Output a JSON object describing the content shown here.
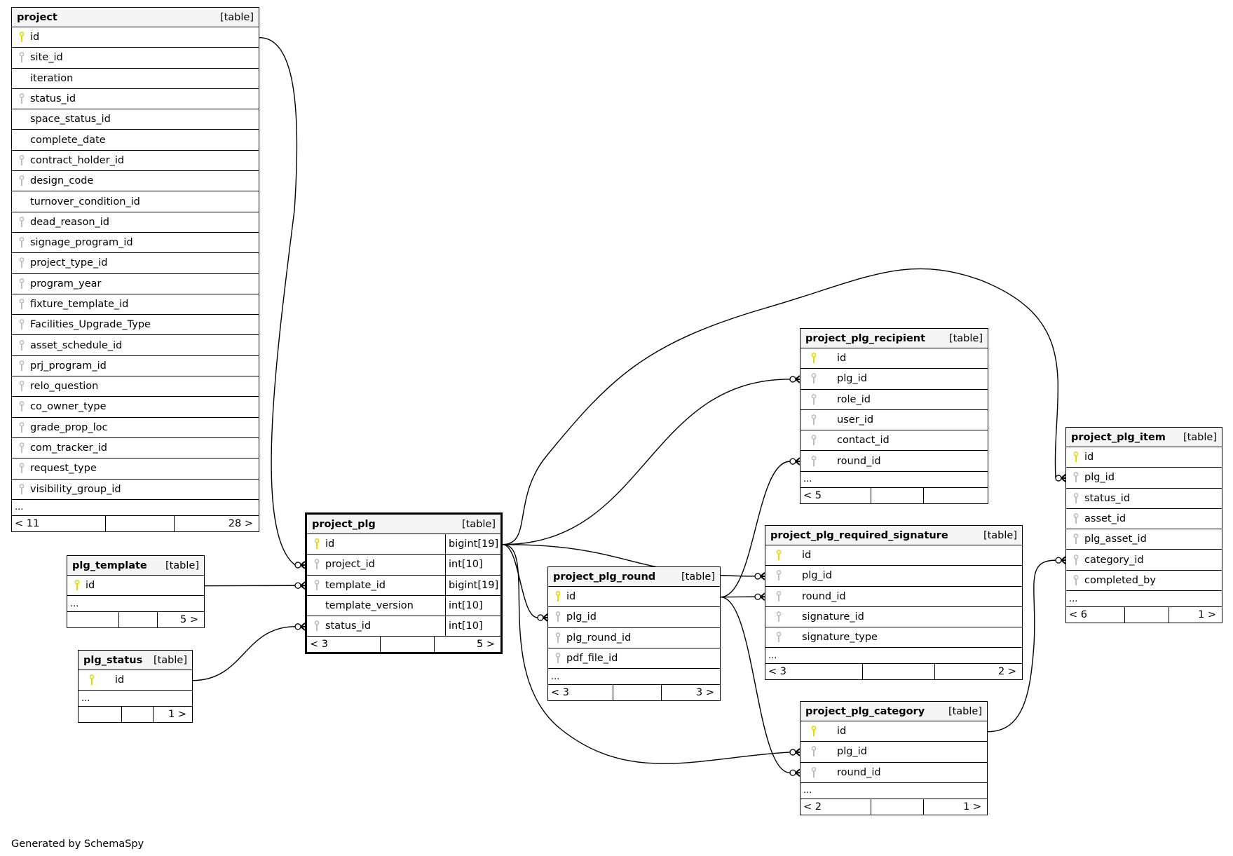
{
  "footer": {
    "generated_by": "Generated by SchemaSpy"
  },
  "colors": {
    "primary_key": "#e6d800",
    "foreign_key": "#bdbdbd",
    "header_bg": "#f4f4f4",
    "line": "#000000"
  },
  "tables": {
    "project": {
      "name": "project",
      "kind": "[table]",
      "columns": [
        {
          "name": "id",
          "key": "primary"
        },
        {
          "name": "site_id",
          "key": "foreign"
        },
        {
          "name": "iteration",
          "key": "none"
        },
        {
          "name": "status_id",
          "key": "foreign"
        },
        {
          "name": "space_status_id",
          "key": "none"
        },
        {
          "name": "complete_date",
          "key": "none"
        },
        {
          "name": "contract_holder_id",
          "key": "foreign"
        },
        {
          "name": "design_code",
          "key": "foreign"
        },
        {
          "name": "turnover_condition_id",
          "key": "none"
        },
        {
          "name": "dead_reason_id",
          "key": "foreign"
        },
        {
          "name": "signage_program_id",
          "key": "foreign"
        },
        {
          "name": "project_type_id",
          "key": "foreign"
        },
        {
          "name": "program_year",
          "key": "foreign"
        },
        {
          "name": "fixture_template_id",
          "key": "foreign"
        },
        {
          "name": "Facilities_Upgrade_Type",
          "key": "foreign"
        },
        {
          "name": "asset_schedule_id",
          "key": "foreign"
        },
        {
          "name": "prj_program_id",
          "key": "foreign"
        },
        {
          "name": "relo_question",
          "key": "foreign"
        },
        {
          "name": "co_owner_type",
          "key": "foreign"
        },
        {
          "name": "grade_prop_loc",
          "key": "foreign"
        },
        {
          "name": "com_tracker_id",
          "key": "foreign"
        },
        {
          "name": "request_type",
          "key": "foreign"
        },
        {
          "name": "visibility_group_id",
          "key": "foreign"
        }
      ],
      "more": "...",
      "parents": "< 11",
      "middle": "",
      "children": "28 >"
    },
    "plg_template": {
      "name": "plg_template",
      "kind": "[table]",
      "columns": [
        {
          "name": "id",
          "key": "primary"
        }
      ],
      "more": "...",
      "parents": "",
      "middle": "",
      "children": "5 >"
    },
    "plg_status": {
      "name": "plg_status",
      "kind": "[table]",
      "columns": [
        {
          "name": "id",
          "key": "primary"
        }
      ],
      "more": "...",
      "parents": "",
      "middle": "",
      "children": "1 >"
    },
    "project_plg": {
      "name": "project_plg",
      "kind": "[table]",
      "columns": [
        {
          "name": "id",
          "key": "primary",
          "type": "bigint[19]"
        },
        {
          "name": "project_id",
          "key": "foreign",
          "type": "int[10]"
        },
        {
          "name": "template_id",
          "key": "foreign",
          "type": "bigint[19]"
        },
        {
          "name": "template_version",
          "key": "none",
          "type": "int[10]"
        },
        {
          "name": "status_id",
          "key": "foreign",
          "type": "int[10]"
        }
      ],
      "parents": "< 3",
      "middle": "",
      "children": "5 >"
    },
    "project_plg_round": {
      "name": "project_plg_round",
      "kind": "[table]",
      "columns": [
        {
          "name": "id",
          "key": "primary"
        },
        {
          "name": "plg_id",
          "key": "foreign"
        },
        {
          "name": "plg_round_id",
          "key": "foreign"
        },
        {
          "name": "pdf_file_id",
          "key": "foreign"
        }
      ],
      "more": "...",
      "parents": "< 3",
      "middle": "",
      "children": "3 >"
    },
    "project_plg_recipient": {
      "name": "project_plg_recipient",
      "kind": "[table]",
      "columns": [
        {
          "name": "id",
          "key": "primary"
        },
        {
          "name": "plg_id",
          "key": "foreign"
        },
        {
          "name": "role_id",
          "key": "foreign"
        },
        {
          "name": "user_id",
          "key": "foreign"
        },
        {
          "name": "contact_id",
          "key": "foreign"
        },
        {
          "name": "round_id",
          "key": "foreign"
        }
      ],
      "more": "...",
      "parents": "< 5",
      "middle": "",
      "children": ""
    },
    "project_plg_required_signature": {
      "name": "project_plg_required_signature",
      "kind": "[table]",
      "columns": [
        {
          "name": "id",
          "key": "primary"
        },
        {
          "name": "plg_id",
          "key": "foreign"
        },
        {
          "name": "round_id",
          "key": "foreign"
        },
        {
          "name": "signature_id",
          "key": "foreign"
        },
        {
          "name": "signature_type",
          "key": "foreign"
        }
      ],
      "more": "...",
      "parents": "< 3",
      "middle": "",
      "children": "2 >"
    },
    "project_plg_category": {
      "name": "project_plg_category",
      "kind": "[table]",
      "columns": [
        {
          "name": "id",
          "key": "primary"
        },
        {
          "name": "plg_id",
          "key": "foreign"
        },
        {
          "name": "round_id",
          "key": "foreign"
        }
      ],
      "more": "...",
      "parents": "< 2",
      "middle": "",
      "children": "1 >"
    },
    "project_plg_item": {
      "name": "project_plg_item",
      "kind": "[table]",
      "columns": [
        {
          "name": "id",
          "key": "primary"
        },
        {
          "name": "plg_id",
          "key": "foreign"
        },
        {
          "name": "status_id",
          "key": "foreign"
        },
        {
          "name": "asset_id",
          "key": "foreign"
        },
        {
          "name": "plg_asset_id",
          "key": "foreign"
        },
        {
          "name": "category_id",
          "key": "foreign"
        },
        {
          "name": "completed_by",
          "key": "foreign"
        }
      ],
      "more": "...",
      "parents": "< 6",
      "middle": "",
      "children": "1 >"
    }
  },
  "relationships": [
    {
      "from": "project.id",
      "to": "project_plg.project_id"
    },
    {
      "from": "plg_template.id",
      "to": "project_plg.template_id"
    },
    {
      "from": "plg_status.id",
      "to": "project_plg.status_id"
    },
    {
      "from": "project_plg.id",
      "to": "project_plg_round.plg_id"
    },
    {
      "from": "project_plg.id",
      "to": "project_plg_recipient.plg_id"
    },
    {
      "from": "project_plg.id",
      "to": "project_plg_required_signature.plg_id"
    },
    {
      "from": "project_plg.id",
      "to": "project_plg_category.plg_id"
    },
    {
      "from": "project_plg.id",
      "to": "project_plg_item.plg_id"
    },
    {
      "from": "project_plg_round.id",
      "to": "project_plg_recipient.round_id"
    },
    {
      "from": "project_plg_round.id",
      "to": "project_plg_required_signature.round_id"
    },
    {
      "from": "project_plg_round.id",
      "to": "project_plg_category.round_id"
    },
    {
      "from": "project_plg_category.id",
      "to": "project_plg_item.category_id"
    }
  ]
}
